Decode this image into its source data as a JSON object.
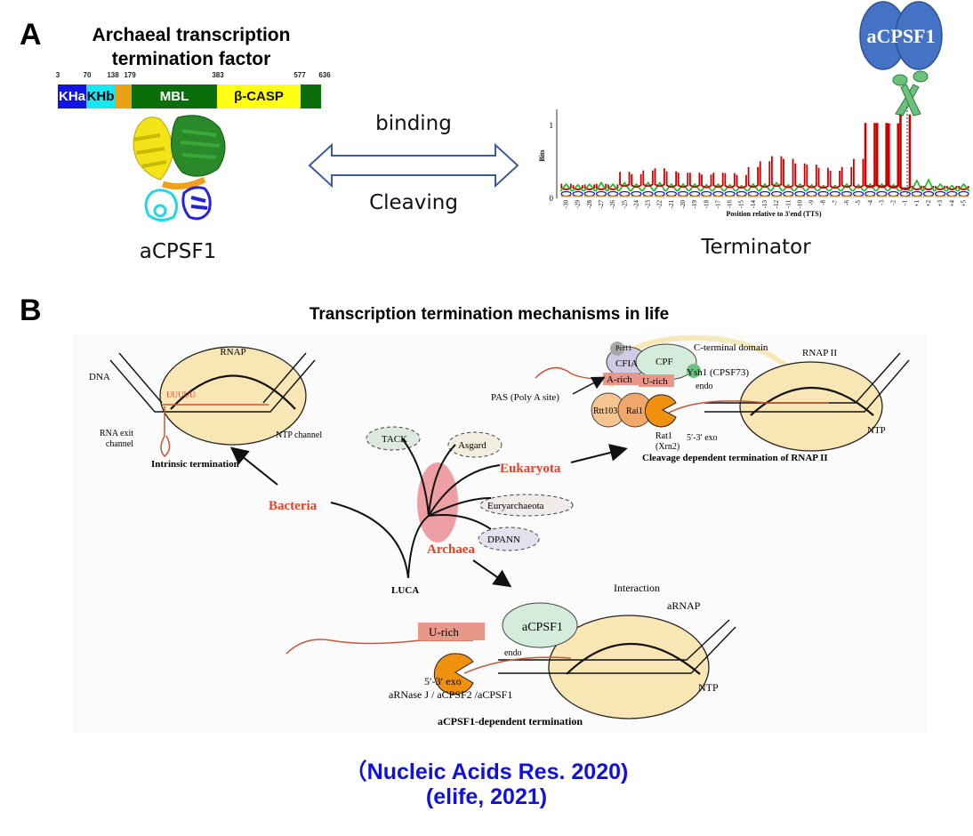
{
  "panel_a": {
    "letter": "A",
    "title_line1": "Archaeal transcription",
    "title_line2": "termination factor",
    "domain_ticks": [
      "3",
      "70",
      "138",
      "179",
      "383",
      "577",
      "636"
    ],
    "domains": [
      {
        "label": "KHa",
        "color": "#1414e0"
      },
      {
        "label": "KHb",
        "color": "#19e6f0"
      },
      {
        "label": "",
        "color": "#e6a214"
      },
      {
        "label": "MBL",
        "color": "#0a6e0a"
      },
      {
        "label": "β-CASP",
        "color": "#ffff14"
      },
      {
        "label": "",
        "color": "#0a6e0a"
      }
    ],
    "protein_label": "aCPSF1",
    "arrow_top_label": "binding",
    "arrow_bottom_label": "Cleaving",
    "bubble_label": "aCPSF1",
    "logo": {
      "ylabel": "Bits",
      "yticks": [
        "0",
        "1"
      ],
      "xlabel": "Position relative to 3'end (TTS)",
      "positions": [
        "-30",
        "-29",
        "-28",
        "-27",
        "-26",
        "-25",
        "-24",
        "-23",
        "-22",
        "-21",
        "-20",
        "-19",
        "-18",
        "-17",
        "-16",
        "-15",
        "-14",
        "-13",
        "-12",
        "-11",
        "-10",
        "-9",
        "-8",
        "-7",
        "-6",
        "-5",
        "-4",
        "-3",
        "-2",
        "-1",
        "+1",
        "+2",
        "+3",
        "+4",
        "+5"
      ],
      "u_heights": [
        0.08,
        0.06,
        0.07,
        0.08,
        0.07,
        0.2,
        0.18,
        0.22,
        0.25,
        0.22,
        0.2,
        0.2,
        0.18,
        0.2,
        0.2,
        0.18,
        0.28,
        0.36,
        0.42,
        0.4,
        0.33,
        0.32,
        0.28,
        0.24,
        0.28,
        0.4,
        0.9,
        0.9,
        0.9,
        1.05,
        0.05,
        0.05,
        0.05,
        0.05,
        0.05
      ],
      "a_heights": [
        0.1,
        0.09,
        0.1,
        0.12,
        0.1,
        0.12,
        0.1,
        0.12,
        0.12,
        0.1,
        0.1,
        0.1,
        0.09,
        0.1,
        0.09,
        0.08,
        0.1,
        0.1,
        0.12,
        0.09,
        0.1,
        0.09,
        0.08,
        0.08,
        0.1,
        0.09,
        0.1,
        0.1,
        0.09,
        0.05,
        0.15,
        0.16,
        0.1,
        0.08,
        0.1
      ],
      "colors": {
        "U": "#cc0000",
        "A": "#11bb11",
        "C": "#1111dd",
        "G": "#f0b020"
      },
      "title": "Terminator"
    }
  },
  "panel_b": {
    "letter": "B",
    "title": "Transcription termination mechanisms in life",
    "bacteria": {
      "rnap": "RNAP",
      "dna": "DNA",
      "uuuuu": "UUUUU",
      "rna_exit_1": "RNA exit",
      "rna_exit_2": "channel",
      "ntp_channel": "NTP channel",
      "caption": "Intrinsic termination"
    },
    "tree": {
      "tack": "TACK",
      "asgard": "Asgard",
      "eukaryota": "Eukaryota",
      "euryarchaeota": "Euryarchaeota",
      "dpann": "DPANN",
      "archaea": "Archaea",
      "bacteria": "Bacteria",
      "luca": "LUCA"
    },
    "eukaryote": {
      "pcf11": "Pcf11",
      "cfia": "CFIA",
      "cpf": "CPF",
      "ctd": "C-terminal domain",
      "ysh1": "Ysh1 (CPSF73)",
      "a_rich": "A-rich",
      "u_rich": "U-rich",
      "endo": "endo",
      "pas": "PAS (Poly A site)",
      "rtt103": "Rtt103",
      "rai1": "Rai1",
      "rat1": "Rat1",
      "xrn2": "(Xrn2)",
      "exo": "5′-3′ exo",
      "rnap2": "RNAP II",
      "ntp": "NTP",
      "caption": "Cleavage dependent termination of RNAP II"
    },
    "archaea": {
      "interaction": "Interaction",
      "arnap": "aRNAP",
      "acpsf1": "aCPSF1",
      "u_rich": "U-rich",
      "endo": "endo",
      "exo": "5′-3′ exo",
      "enzymes": "aRNase J / aCPSF2 /aCPSF1",
      "ntp": "NTP",
      "caption": "aCPSF1-dependent termination"
    },
    "colors": {
      "rnap": "#f8e7b4",
      "rna": "#c8553a",
      "red_label": "#e8402a",
      "exo": "#f0900f",
      "acpsf1": "#d4ecdc"
    }
  },
  "citations": {
    "line1": "（Nucleic Acids Res. 2020)",
    "line2": "(elife, 2021)"
  }
}
